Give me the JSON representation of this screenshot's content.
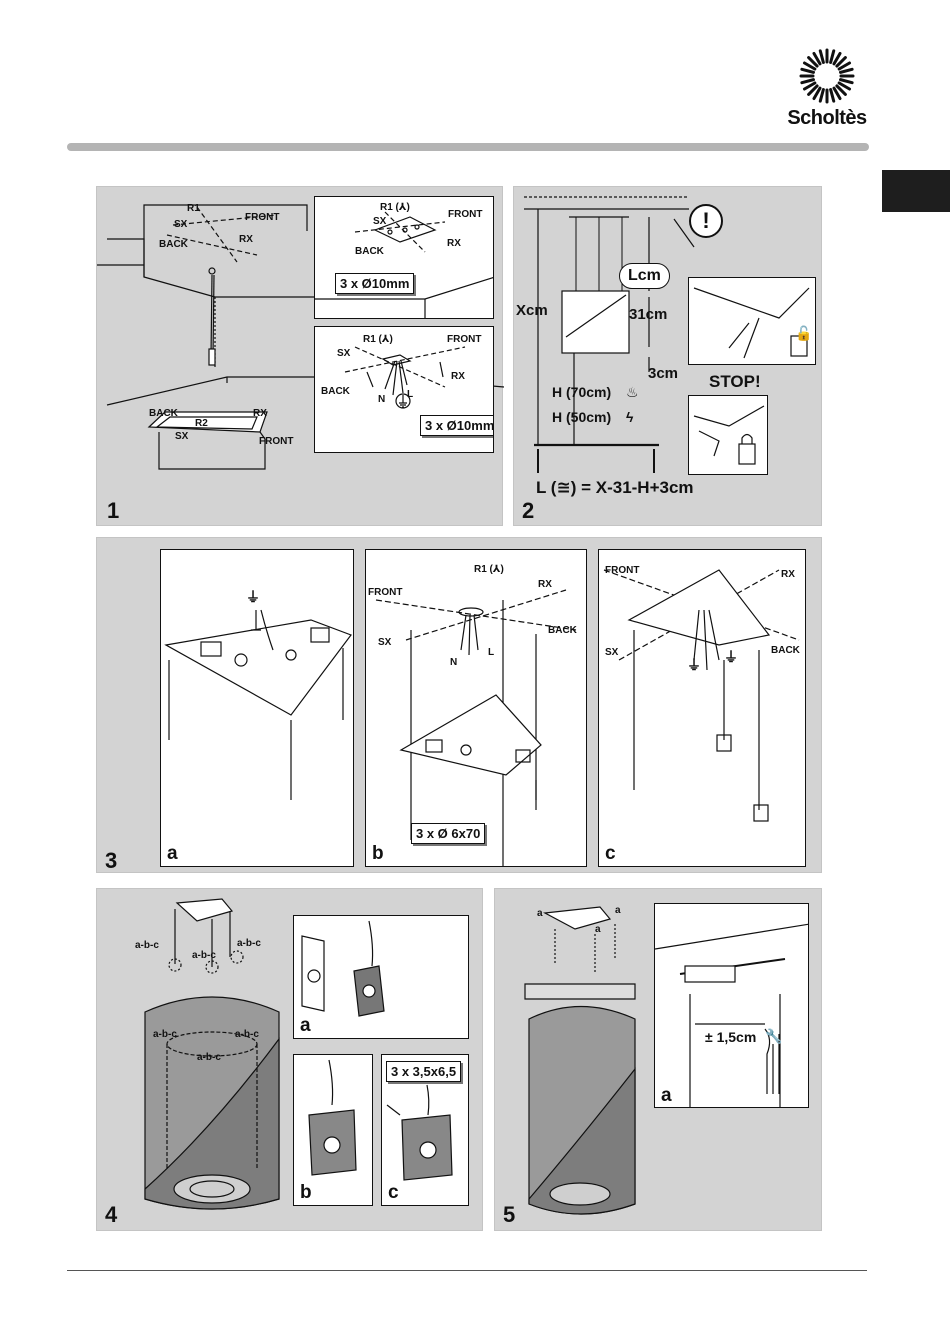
{
  "brand": {
    "name": "Scholtès",
    "logo_icon": "sun-ring-logo-icon"
  },
  "panel1": {
    "number": "1",
    "ceiling_labels": {
      "r1": "R1",
      "sx": "SX",
      "front": "FRONT",
      "rx": "RX",
      "back": "BACK"
    },
    "floor_labels": {
      "back": "BACK",
      "rx": "RX",
      "r2": "R2",
      "sx": "SX",
      "front": "FRONT"
    },
    "detail_top": {
      "r1": "R1 (⅄)",
      "sx": "SX",
      "front": "FRONT",
      "rx": "RX",
      "back": "BACK",
      "drill": "3 x Ø10mm"
    },
    "detail_bottom": {
      "r1": "R1 (⅄)",
      "sx": "SX",
      "front": "FRONT",
      "rx": "RX",
      "back": "BACK",
      "n": "N",
      "l": "L",
      "drill": "3 x Ø10mm"
    }
  },
  "panel2": {
    "number": "2",
    "warning": "!",
    "lcm": "Lcm",
    "xcm": "Xcm",
    "d31": "31cm",
    "d3": "3cm",
    "h_gas": "H (70cm)",
    "h_electric": "H (50cm)",
    "stop": "STOP!",
    "formula": "L (≅) = X-31-H+3cm"
  },
  "panel3": {
    "number": "3",
    "sub_a": "a",
    "sub_b": "b",
    "sub_c": "c",
    "b_labels": {
      "r1": "R1 (⅄)",
      "front": "FRONT",
      "rx": "RX",
      "sx": "SX",
      "back": "BACK",
      "n": "N",
      "l": "L",
      "screws": "3 x Ø 6x70"
    },
    "c_labels": {
      "front": "FRONT",
      "rx": "RX",
      "sx": "SX",
      "back": "BACK"
    }
  },
  "panel4": {
    "number": "4",
    "abc": "a-b-c",
    "sub_a": "a",
    "sub_b": "b",
    "sub_c": "c",
    "screws": "3 x 3,5x6,5"
  },
  "panel5": {
    "number": "5",
    "a": "a",
    "sub_a": "a",
    "adjust": "± 1,5cm"
  }
}
